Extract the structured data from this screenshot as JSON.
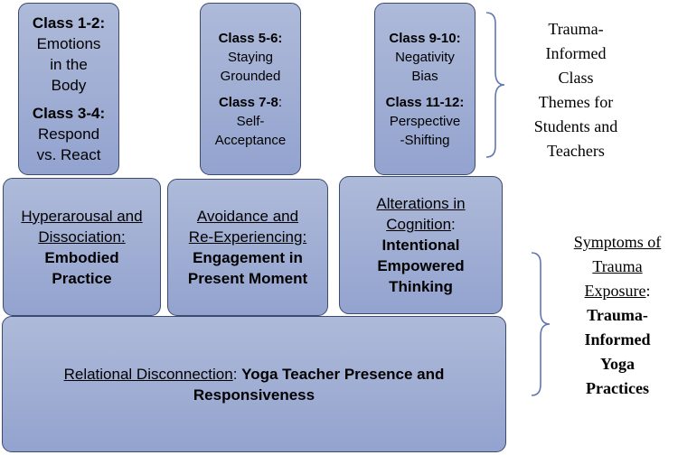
{
  "top_row": {
    "box1": {
      "class_a": "Class 1-2:",
      "theme_a": [
        "Emotions",
        "in the",
        "Body"
      ],
      "class_b": "Class 3-4:",
      "theme_b": [
        "Respond",
        "vs. React"
      ]
    },
    "box2": {
      "class_a": "Class 5-6:",
      "theme_a": [
        "Staying",
        "Grounded"
      ],
      "class_b": "Class 7-8",
      "class_b_suffix": ":",
      "theme_b": [
        "Self-",
        "Acceptance"
      ]
    },
    "box3": {
      "class_a": "Class 9-10:",
      "theme_a": [
        "Negativity",
        "Bias"
      ],
      "class_b": "Class 11-12:",
      "theme_b": [
        "Perspective",
        "-Shifting"
      ]
    }
  },
  "middle_row": {
    "box1": {
      "symptom": [
        "Hyperarousal and",
        "Dissociation:"
      ],
      "practice": [
        "Embodied",
        "Practice"
      ]
    },
    "box2": {
      "symptom": [
        "Avoidance and",
        "Re-Experiencing:"
      ],
      "practice": [
        "Engagement in",
        "Present Moment"
      ]
    },
    "box3": {
      "symptom": [
        "Alterations in",
        "Cognition"
      ],
      "symptom_suffix": ":",
      "practice": [
        "Intentional",
        "Empowered",
        "Thinking"
      ]
    }
  },
  "bottom_box": {
    "symptom": "Relational Disconnection",
    "separator": ": ",
    "practice_line1": "Yoga Teacher Presence and",
    "practice_line2": "Responsiveness"
  },
  "side_labels": {
    "themes": [
      "Trauma-",
      "Informed",
      "Class",
      "Themes for",
      "Students and",
      "Teachers"
    ],
    "symptoms_underlined": [
      "Symptoms of",
      "Trauma",
      "Exposure"
    ],
    "symptoms_colon": ":",
    "practices": [
      "Trauma-",
      "Informed",
      "Yoga",
      "Practices"
    ]
  },
  "colors": {
    "box_fill_top": "#aebad9",
    "box_fill_bottom": "#93a3cf",
    "box_border": "#3b4a6e",
    "brace": "#5f78b3"
  }
}
